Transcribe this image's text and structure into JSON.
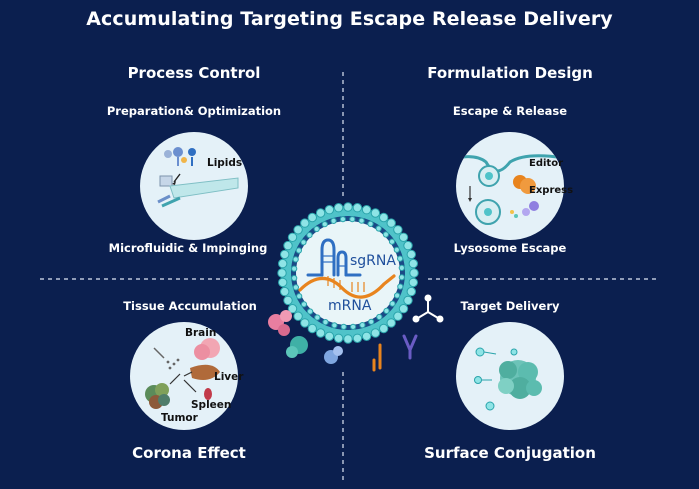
{
  "title": "Accumulating Targeting Escape Release Delivery",
  "quadrants": {
    "top_left": {
      "heading": "Process Control",
      "subtitle_top": "Preparation& Optimization",
      "subtitle_bottom": "Microfluidic & Impinging",
      "circle_labels": {
        "lipids": "Lipids"
      }
    },
    "top_right": {
      "heading": "Formulation Design",
      "subtitle_top": "Escape & Release",
      "subtitle_bottom": "Lysosome Escape",
      "circle_labels": {
        "editor": "Editor",
        "express": "Express"
      }
    },
    "bottom_left": {
      "heading": "Tissue Accumulation",
      "subtitle_bottom": "Corona Effect",
      "circle_labels": {
        "brain": "Brain",
        "liver": "Liver",
        "spleen": "Spleen",
        "tumor": "Tumor"
      }
    },
    "bottom_right": {
      "heading": "Target Delivery",
      "subtitle_bottom": "Surface Conjugation"
    }
  },
  "center": {
    "sgrna_label": "sgRNA",
    "mrna_label": "mRNA"
  },
  "colors": {
    "background": "#0b1f4f",
    "circle_fill": "#e4f1f8",
    "lipid_shell": "#4fc3c9",
    "lipid_bead": "#8ee4e6",
    "mrna": "#e8841e",
    "sgrna": "#2f6fc2",
    "divider": "#dfe7f5"
  },
  "icons": [
    "divider-lines",
    "nanoparticle-lipid-shell",
    "protein-cluster",
    "antibody-icon"
  ]
}
